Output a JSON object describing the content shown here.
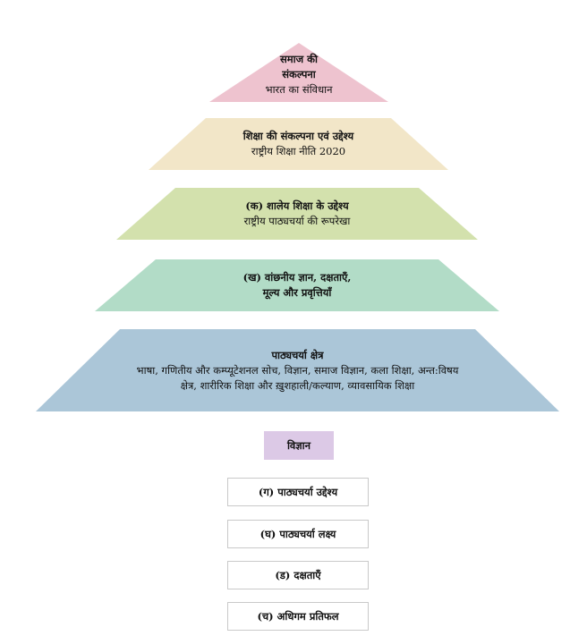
{
  "pyramid": {
    "level1": {
      "title_line1": "समाज की",
      "title_line2": "संकल्पना",
      "subtitle": "भारत का संविधान",
      "color": "#eec3cf"
    },
    "level2": {
      "title": "शिक्षा की संकल्पना एवं उद्देश्य",
      "subtitle": "राष्ट्रीय शिक्षा नीति 2020",
      "color": "#f2e6c8"
    },
    "level3": {
      "title": "(क) शालेय शिक्षा के उद्देश्य",
      "subtitle": "राष्ट्रीय पाठ्यचर्या की रूपरेखा",
      "color": "#d3e1ad"
    },
    "level4": {
      "title_line1": "(ख) वांछनीय ज्ञान, दक्षताएँ,",
      "title_line2": "मूल्य और प्रवृत्तियाँ",
      "color": "#b2dcc7"
    },
    "level5": {
      "title": "पाठ्यचर्या क्षेत्र",
      "line1": "भाषा, गणितीय और कम्प्यूटेशनल सोच, विज्ञान, समाज विज्ञान, कला शिक्षा, अन्त:विषय",
      "line2": "क्षेत्र, शारीरिक शिक्षा और ख़ुशहाली/कल्याण, व्यावसायिक शिक्षा",
      "color": "#abc6d8"
    }
  },
  "subject": {
    "label": "विज्ञान",
    "color": "#dcc9e6"
  },
  "boxes": [
    {
      "label": "(ग) पाठ्यचर्या उद्देश्य"
    },
    {
      "label": "(घ) पाठ्यचर्या लक्ष्य"
    },
    {
      "label": "(ड) दक्षताएँ"
    },
    {
      "label": "(च) अधिगम प्रतिफल"
    }
  ]
}
